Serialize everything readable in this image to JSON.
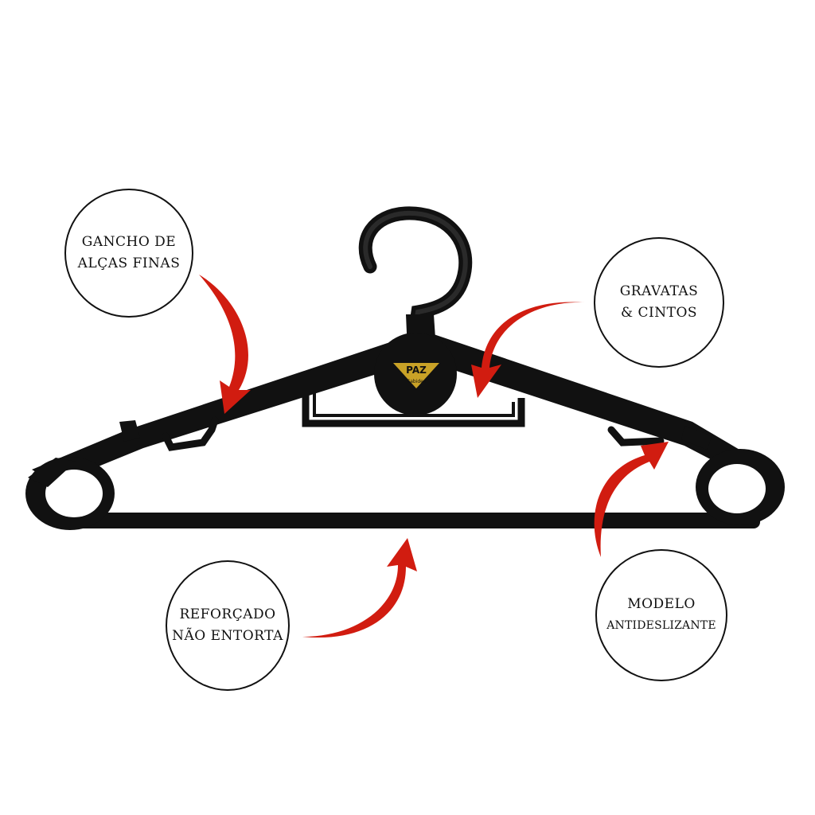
{
  "product": {
    "logo_text": "PAZ",
    "logo_subtext": "Cabides",
    "colors": {
      "hanger": "#111111",
      "arrow": "#d11c10",
      "logo_gold": "#c9a227",
      "background": "#ffffff"
    }
  },
  "callouts": {
    "gancho": {
      "line1": "GANCHO DE",
      "line2": "ALÇAS FINAS"
    },
    "gravatas": {
      "line1": "GRAVATAS",
      "line2": "& CINTOS"
    },
    "reforcado": {
      "line1": "REFORÇADO",
      "line2": "NÃO ENTORTA"
    },
    "modelo": {
      "line1": "MODELO",
      "line2": "ANTIDESLIZANTE"
    }
  },
  "icons": {
    "arrows": [
      "curved-arrow-icon",
      "curved-arrow-icon",
      "curved-arrow-icon",
      "curved-arrow-icon"
    ]
  }
}
